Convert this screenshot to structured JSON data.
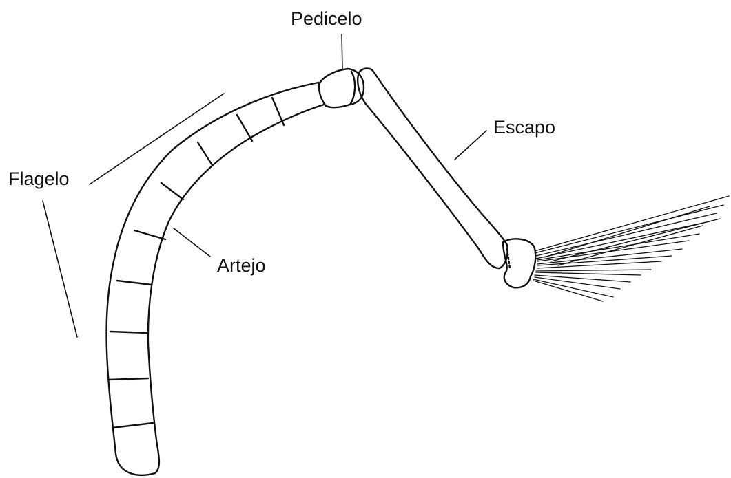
{
  "diagram": {
    "labels": {
      "pedicelo": "Pedicelo",
      "escapo": "Escapo",
      "flagelo": "Flagelo",
      "artejo": "Artejo"
    },
    "colors": {
      "ink": "#111111",
      "background": "#ffffff"
    }
  }
}
